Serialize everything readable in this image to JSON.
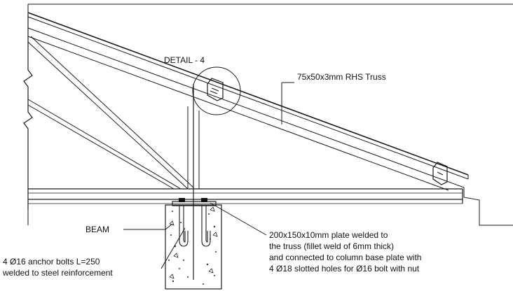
{
  "labels": {
    "detail": "DETAIL - 4",
    "truss": "75x50x3mm RHS Truss",
    "beam": "BEAM",
    "anchor_line1": "4 Ø16 anchor bolts L=250",
    "anchor_line2": "welded to steel reinforcement",
    "plate_line1": "200x150x10mm plate  welded to",
    "plate_line2": "the truss (fillet weld of 6mm thick)",
    "plate_line3": "and connected to column base plate with",
    "plate_line4": "4 Ø18 slotted holes for Ø16 bolt with nut"
  }
}
